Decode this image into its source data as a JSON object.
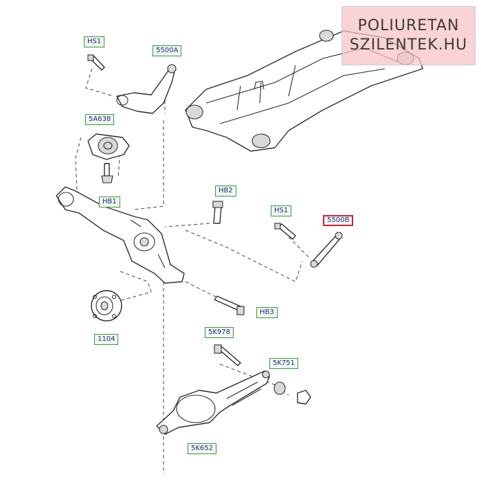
{
  "callouts": [
    {
      "label": "HS1"
    },
    {
      "label": "5500A"
    },
    {
      "label": "5A638"
    },
    {
      "label": "HB1"
    },
    {
      "label": "HB2"
    },
    {
      "label": "HS1"
    },
    {
      "label": "5500B"
    },
    {
      "label": "HB3"
    },
    {
      "label": "1104"
    },
    {
      "label": "5K978"
    },
    {
      "label": "5K751"
    },
    {
      "label": "5K652"
    }
  ],
  "selected_callout": "5500B",
  "watermark": {
    "line1": "POLIURETAN",
    "line2": "SZILENTEK.HU"
  },
  "colors": {
    "callout_border": "#2f9a3a",
    "callout_text": "#1a2a8c",
    "selected_border": "#d61f2c",
    "watermark_bg": "#f8c4c4"
  }
}
